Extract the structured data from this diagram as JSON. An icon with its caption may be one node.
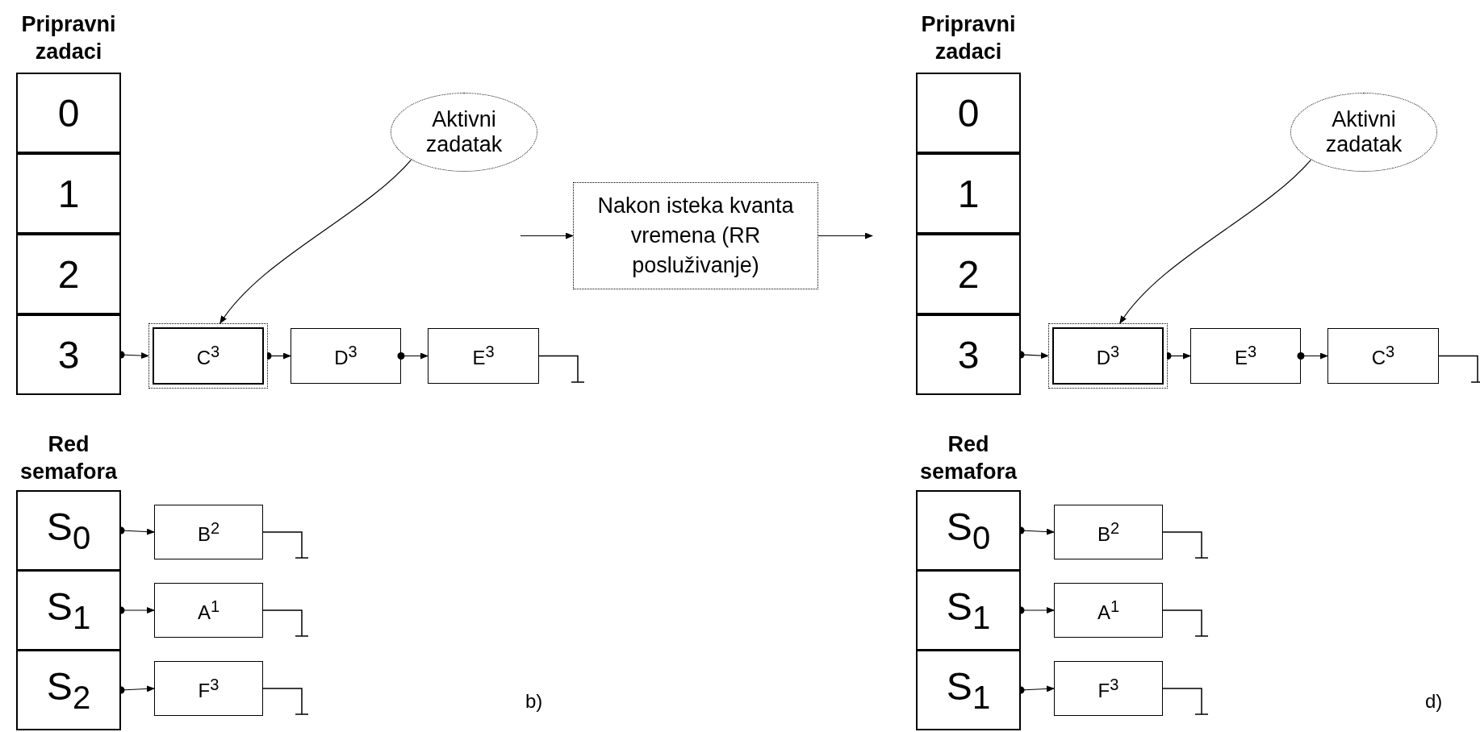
{
  "diagram": {
    "nodes": [
      {
        "text": [
          "Pripravni zadaci"
        ]
      },
      {
        "text": [
          "0"
        ],
        "in": 0
      },
      {
        "text": [
          "1"
        ],
        "in": 0
      },
      {
        "text": [
          "2"
        ],
        "in": 0
      },
      {
        "text": [
          "3"
        ],
        "in": 0
      },
      {
        "text": [
          "C$^{3}$"
        ]
      },
      {
        "text": [
          "D$^{3}$"
        ]
      },
      {
        "text": [
          "E$^{3}$"
        ]
      },
      {
        "text": [
          "Aktivni zadatak"
        ]
      },
      {
        "text": [
          "Red semafora"
        ]
      },
      {
        "text": [
          "S$_{0}$"
        ],
        "in": 9
      },
      {
        "text": [
          "S$_{1}$"
        ],
        "in": 9
      },
      {
        "text": [
          "S$_{2}$"
        ],
        "in": 9
      },
      {
        "text": [
          "B$^{2}$"
        ]
      },
      {
        "text": [
          "A$^{1}$"
        ]
      },
      {
        "text": [
          "F$^{3}$"
        ]
      },
      {
        "text": [
          "Nakon isteka kvanta vremena (RR posluživanje)"
        ]
      },
      {
        "text": [
          "Pripravni zadaci"
        ]
      },
      {
        "text": [
          "0"
        ],
        "in": 17
      },
      {
        "text": [
          "1"
        ],
        "in": 17
      },
      {
        "text": [
          "2"
        ],
        "in": 17
      },
      {
        "text": [
          "3"
        ],
        "in": 17
      },
      {
        "text": [
          "D$^{3}$"
        ]
      },
      {
        "text": [
          "E$^{3}$"
        ]
      },
      {
        "text": [
          "C$^{3}$"
        ]
      },
      {
        "text": [
          "Aktivni zadatak"
        ]
      },
      {
        "text": [
          "Red semafora"
        ]
      },
      {
        "text": [
          "S$_{0}$"
        ],
        "in": 26
      },
      {
        "text": [
          "S$_{1}$"
        ],
        "in": 26
      },
      {
        "text": [
          "S$_{1}$"
        ],
        "in": 26
      },
      {
        "text": [
          "B$^{2}$"
        ]
      },
      {
        "text": [
          "A$^{1}$"
        ]
      },
      {
        "text": [
          "F$^{3}$"
        ]
      }
    ],
    "edges": [
      {
        "from": 4,
        "to": 5,
        "arrow": "to"
      },
      {
        "from": 5,
        "to": 6,
        "arrow": "to"
      },
      {
        "from": 6,
        "to": 7,
        "arrow": "to"
      },
      {
        "from": 8,
        "to": 5,
        "arrow": "to"
      },
      {
        "from": 10,
        "to": 13,
        "arrow": "to"
      },
      {
        "from": 11,
        "to": 14,
        "arrow": "to"
      },
      {
        "from": 12,
        "to": 15,
        "arrow": "to"
      },
      {
        "from": null,
        "to": 16,
        "arrow": "to"
      },
      {
        "from": 16,
        "to": 17,
        "arrow": "to"
      },
      {
        "from": 21,
        "to": 22,
        "arrow": "to"
      },
      {
        "from": 22,
        "to": 23,
        "arrow": "to"
      },
      {
        "from": 23,
        "to": 24,
        "arrow": "to"
      },
      {
        "from": 25,
        "to": 22,
        "arrow": "to"
      },
      {
        "from": 27,
        "to": 30,
        "arrow": "to"
      },
      {
        "from": 28,
        "to": 31,
        "arrow": "to"
      },
      {
        "from": 29,
        "to": 32,
        "arrow": "to"
      }
    ],
    "labels": [
      "b)",
      "d)"
    ]
  }
}
